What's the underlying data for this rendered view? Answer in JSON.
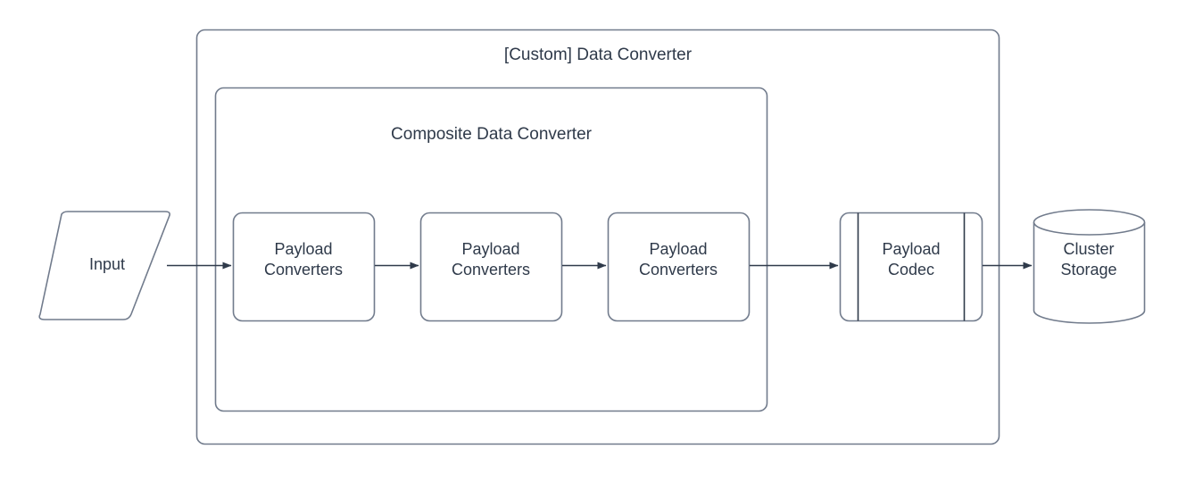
{
  "diagram": {
    "title": "[Custom] Data Converter",
    "background": "#ffffff",
    "stroke_color": "#717b8c",
    "text_color": "#2f3a4a",
    "arrow_color": "#2f3a4a",
    "containers": [
      {
        "id": "custom-data-converter",
        "label": "[Custom] Data Converter",
        "shape": "rounded-rectangle"
      },
      {
        "id": "composite-data-converter",
        "label": "Composite Data Converter",
        "shape": "rounded-rectangle"
      }
    ],
    "nodes": [
      {
        "id": "input",
        "label": "Input",
        "shape": "parallelogram"
      },
      {
        "id": "payload-converters-1",
        "label": "Payload\nConverters",
        "shape": "rounded-rectangle"
      },
      {
        "id": "payload-converters-2",
        "label": "Payload\nConverters",
        "shape": "rounded-rectangle"
      },
      {
        "id": "payload-converters-3",
        "label": "Payload\nConverters",
        "shape": "rounded-rectangle"
      },
      {
        "id": "payload-codec",
        "label": "Payload\nCodec",
        "shape": "subprocess"
      },
      {
        "id": "cluster-storage",
        "label": "Cluster\nStorage",
        "shape": "cylinder"
      }
    ],
    "edges": [
      {
        "from": "input",
        "to": "payload-converters-1"
      },
      {
        "from": "payload-converters-1",
        "to": "payload-converters-2"
      },
      {
        "from": "payload-converters-2",
        "to": "payload-converters-3"
      },
      {
        "from": "payload-converters-3",
        "to": "payload-codec"
      },
      {
        "from": "payload-codec",
        "to": "cluster-storage"
      }
    ]
  }
}
